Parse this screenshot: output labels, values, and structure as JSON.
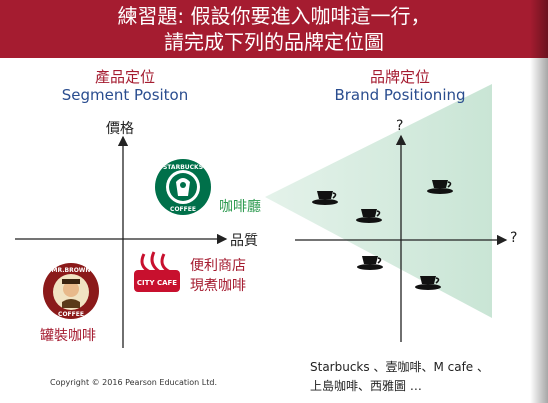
{
  "title": {
    "line1": "練習題: 假設你要進入咖啡這一行，",
    "line2": "請完成下列的品牌定位圖"
  },
  "left_panel": {
    "heading_zh": "產品定位",
    "heading_en": "Segment Positon",
    "y_axis": "價格",
    "x_axis": "品質",
    "labels": {
      "cafe": "咖啡廳",
      "convenience_line1": "便利商店",
      "convenience_line2": "現煮咖啡",
      "canned": "罐裝咖啡"
    },
    "logos": {
      "starbucks": {
        "top": "STARBUCKS",
        "bottom": "COFFEE",
        "color": "#00704a"
      },
      "citycafe": {
        "text": "CITY CAFE",
        "color": "#c8102e"
      },
      "mrbrown": {
        "top": "MR.BROWN",
        "bottom": "COFFEE",
        "color": "#8b1a1a"
      }
    }
  },
  "right_panel": {
    "heading_zh": "品牌定位",
    "heading_en": "Brand Positioning",
    "y_axis": "?",
    "x_axis": "?",
    "cup_count": 5,
    "note_line1": "Starbucks 、壹咖啡、M cafe 、",
    "note_line2": "上島咖啡、西雅圖 …"
  },
  "footer": "Copyright © 2016 Pearson Education Ltd.",
  "colors": {
    "title_bg": "#a51c30",
    "accent_red": "#a51c30",
    "accent_blue": "#2a4d8f",
    "accent_green": "#2c9a4f",
    "funnel": "#cfe8da"
  }
}
